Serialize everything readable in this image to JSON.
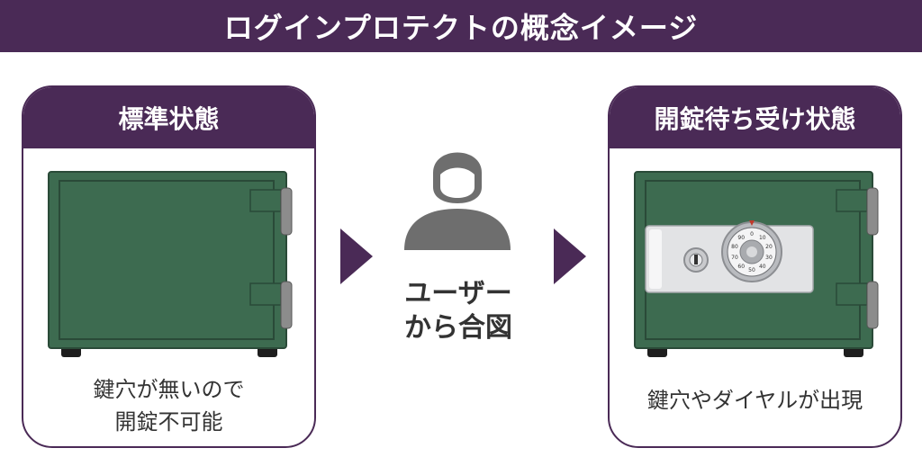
{
  "title": "ログインプロテクトの概念イメージ",
  "left_card": {
    "heading": "標準状態",
    "caption_line1": "鍵穴が無いので",
    "caption_line2": "開錠不可能"
  },
  "right_card": {
    "heading": "開錠待ち受け状態",
    "caption": "鍵穴やダイヤルが出現"
  },
  "user": {
    "caption_line1": "ユーザー",
    "caption_line2": "から合図"
  },
  "dial_numbers": [
    "0",
    "10",
    "20",
    "30",
    "40",
    "50",
    "60",
    "70",
    "80",
    "90"
  ],
  "colors": {
    "accent": "#4a2a56",
    "safe_green": "#3d6b50",
    "user_gray": "#6e6e6e"
  }
}
